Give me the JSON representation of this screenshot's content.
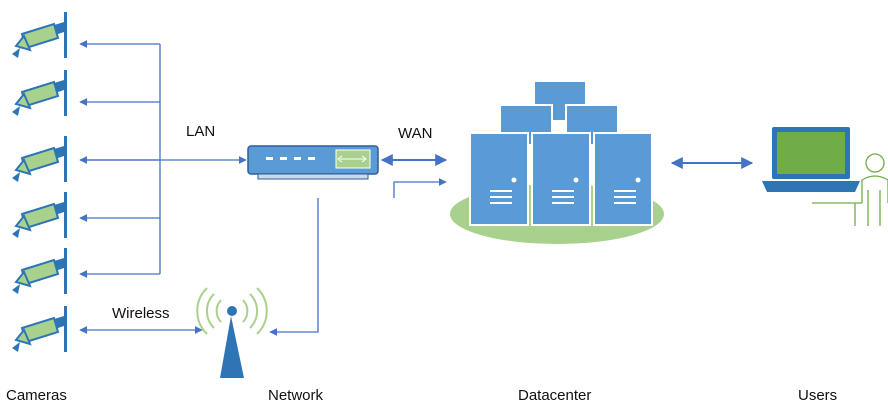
{
  "labels": {
    "lan": "LAN",
    "wan": "WAN",
    "wireless": "Wireless"
  },
  "captions": {
    "cameras": "Cameras",
    "network": "Network",
    "datacenter": "Datacenter",
    "users": "Users"
  },
  "colors": {
    "line": "#4472c4",
    "device_fill": "#5b9bd5",
    "device_dark": "#2e5e9c",
    "server_fill": "#5b9bd5",
    "platform": "#a9d18e",
    "camera_green": "#a9d18e",
    "camera_edge": "#2e75b6",
    "antenna": "#2e75b6",
    "wave": "#a9d18e",
    "laptop_screen": "#70ad47",
    "laptop_body": "#2e75b6",
    "user_outline": "#70ad47",
    "text": "#111111"
  }
}
